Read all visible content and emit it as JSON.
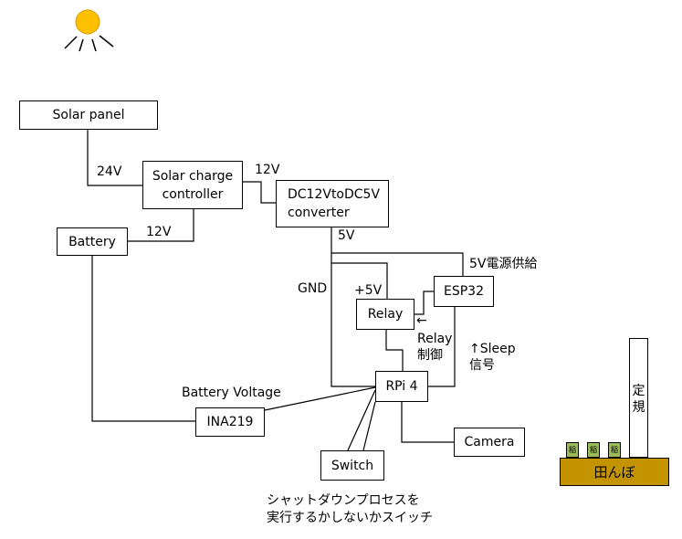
{
  "blocks": {
    "solar_panel": "Solar panel",
    "charge_controller": "Solar charge\ncontroller",
    "dcdc": "DC12VtoDC5V\nconverter",
    "battery": "Battery",
    "esp32": "ESP32",
    "relay": "Relay",
    "rpi": "RPi 4",
    "ina219": "INA219",
    "switch": "Switch",
    "camera": "Camera",
    "paddy": "田んぼ",
    "ruler": "定\n規",
    "plants": [
      "稲",
      "稲",
      "稲"
    ]
  },
  "labels": {
    "v24": "24V",
    "v12_top": "12V",
    "v12_battery": "12V",
    "v5": "5V",
    "power_supply_5v": "5V電源供給",
    "gnd": "GND",
    "plus5v": "+5V",
    "relay_arrow": "←",
    "relay_control": "Relay\n制御",
    "sleep_signal": "↑Sleep\n信号",
    "battery_voltage": "Battery Voltage",
    "switch_caption": "シャットダウンプロセスを\n実行するかしないかスイッチ"
  },
  "colors": {
    "sun": "#ffc000",
    "paddy": "#c49400",
    "plant": "#9bbb59",
    "line": "#000000"
  }
}
